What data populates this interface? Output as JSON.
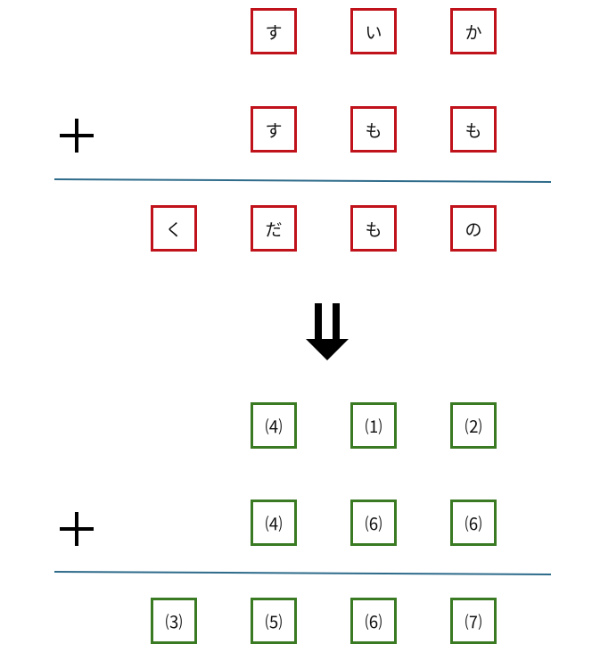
{
  "colors": {
    "kana_border": "#c0121b",
    "number_border": "#3a7a23",
    "rule": "#2e6b8a"
  },
  "kana_problem": {
    "row1": [
      "す",
      "い",
      "か"
    ],
    "row2": [
      "す",
      "も",
      "も"
    ],
    "result": [
      "く",
      "だ",
      "も",
      "の"
    ],
    "operator_icon": "plus-icon"
  },
  "transition_icon": "double-down-arrow-icon",
  "number_problem": {
    "row1": [
      "⑷",
      "⑴",
      "⑵"
    ],
    "row2": [
      "⑷",
      "⑹",
      "⑹"
    ],
    "result": [
      "⑶",
      "⑸",
      "⑹",
      "⑺"
    ],
    "operator_icon": "plus-icon"
  }
}
